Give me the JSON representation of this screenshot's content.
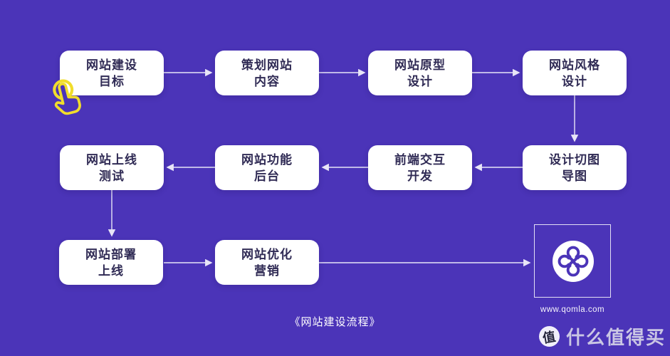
{
  "colors": {
    "background": "#4B34B8",
    "node_background": "#FFFFFF",
    "node_text": "#302B55",
    "arrow": "#E8E5F7",
    "cursor_yellow": "#F1DD2B",
    "logo_purple": "#4B34B8",
    "watermark_text": "#E6E6EE"
  },
  "flowchart": {
    "title": "《网站建设流程》",
    "nodes": [
      {
        "id": "goal",
        "line1": "网站建设",
        "line2": "目标"
      },
      {
        "id": "plan",
        "line1": "策划网站",
        "line2": "内容"
      },
      {
        "id": "prototype",
        "line1": "网站原型",
        "line2": "设计"
      },
      {
        "id": "style",
        "line1": "网站风格",
        "line2": "设计"
      },
      {
        "id": "test",
        "line1": "网站上线",
        "line2": "测试"
      },
      {
        "id": "backend",
        "line1": "网站功能",
        "line2": "后台"
      },
      {
        "id": "frontend",
        "line1": "前端交互",
        "line2": "开发"
      },
      {
        "id": "slicing",
        "line1": "设计切图",
        "line2": "导图"
      },
      {
        "id": "deploy",
        "line1": "网站部署",
        "line2": "上线"
      },
      {
        "id": "marketing",
        "line1": "网站优化",
        "line2": "营销"
      }
    ],
    "edges": [
      {
        "from": "goal",
        "to": "plan"
      },
      {
        "from": "plan",
        "to": "prototype"
      },
      {
        "from": "prototype",
        "to": "style"
      },
      {
        "from": "style",
        "to": "slicing"
      },
      {
        "from": "slicing",
        "to": "frontend"
      },
      {
        "from": "frontend",
        "to": "backend"
      },
      {
        "from": "backend",
        "to": "test"
      },
      {
        "from": "test",
        "to": "deploy"
      },
      {
        "from": "deploy",
        "to": "marketing"
      },
      {
        "from": "marketing",
        "to": "logo-card"
      }
    ]
  },
  "logo_card": {
    "icon": "qomla-clover-logo-icon",
    "url": "www.qomla.com"
  },
  "cursor": {
    "icon": "tap-hand-cursor-icon"
  },
  "watermark": {
    "icon": "zhi-badge-icon",
    "icon_char": "值",
    "label": "什么值得买"
  }
}
